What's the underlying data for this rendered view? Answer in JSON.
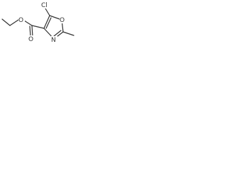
{
  "molecule": {
    "atoms": {
      "cl": "Cl",
      "o_ring": "O",
      "n_ring": "N",
      "o_carbonyl": "O",
      "o_ester": "O"
    },
    "colors": {
      "bond": "#333333",
      "label": "#333333",
      "background": "#ffffff"
    }
  }
}
